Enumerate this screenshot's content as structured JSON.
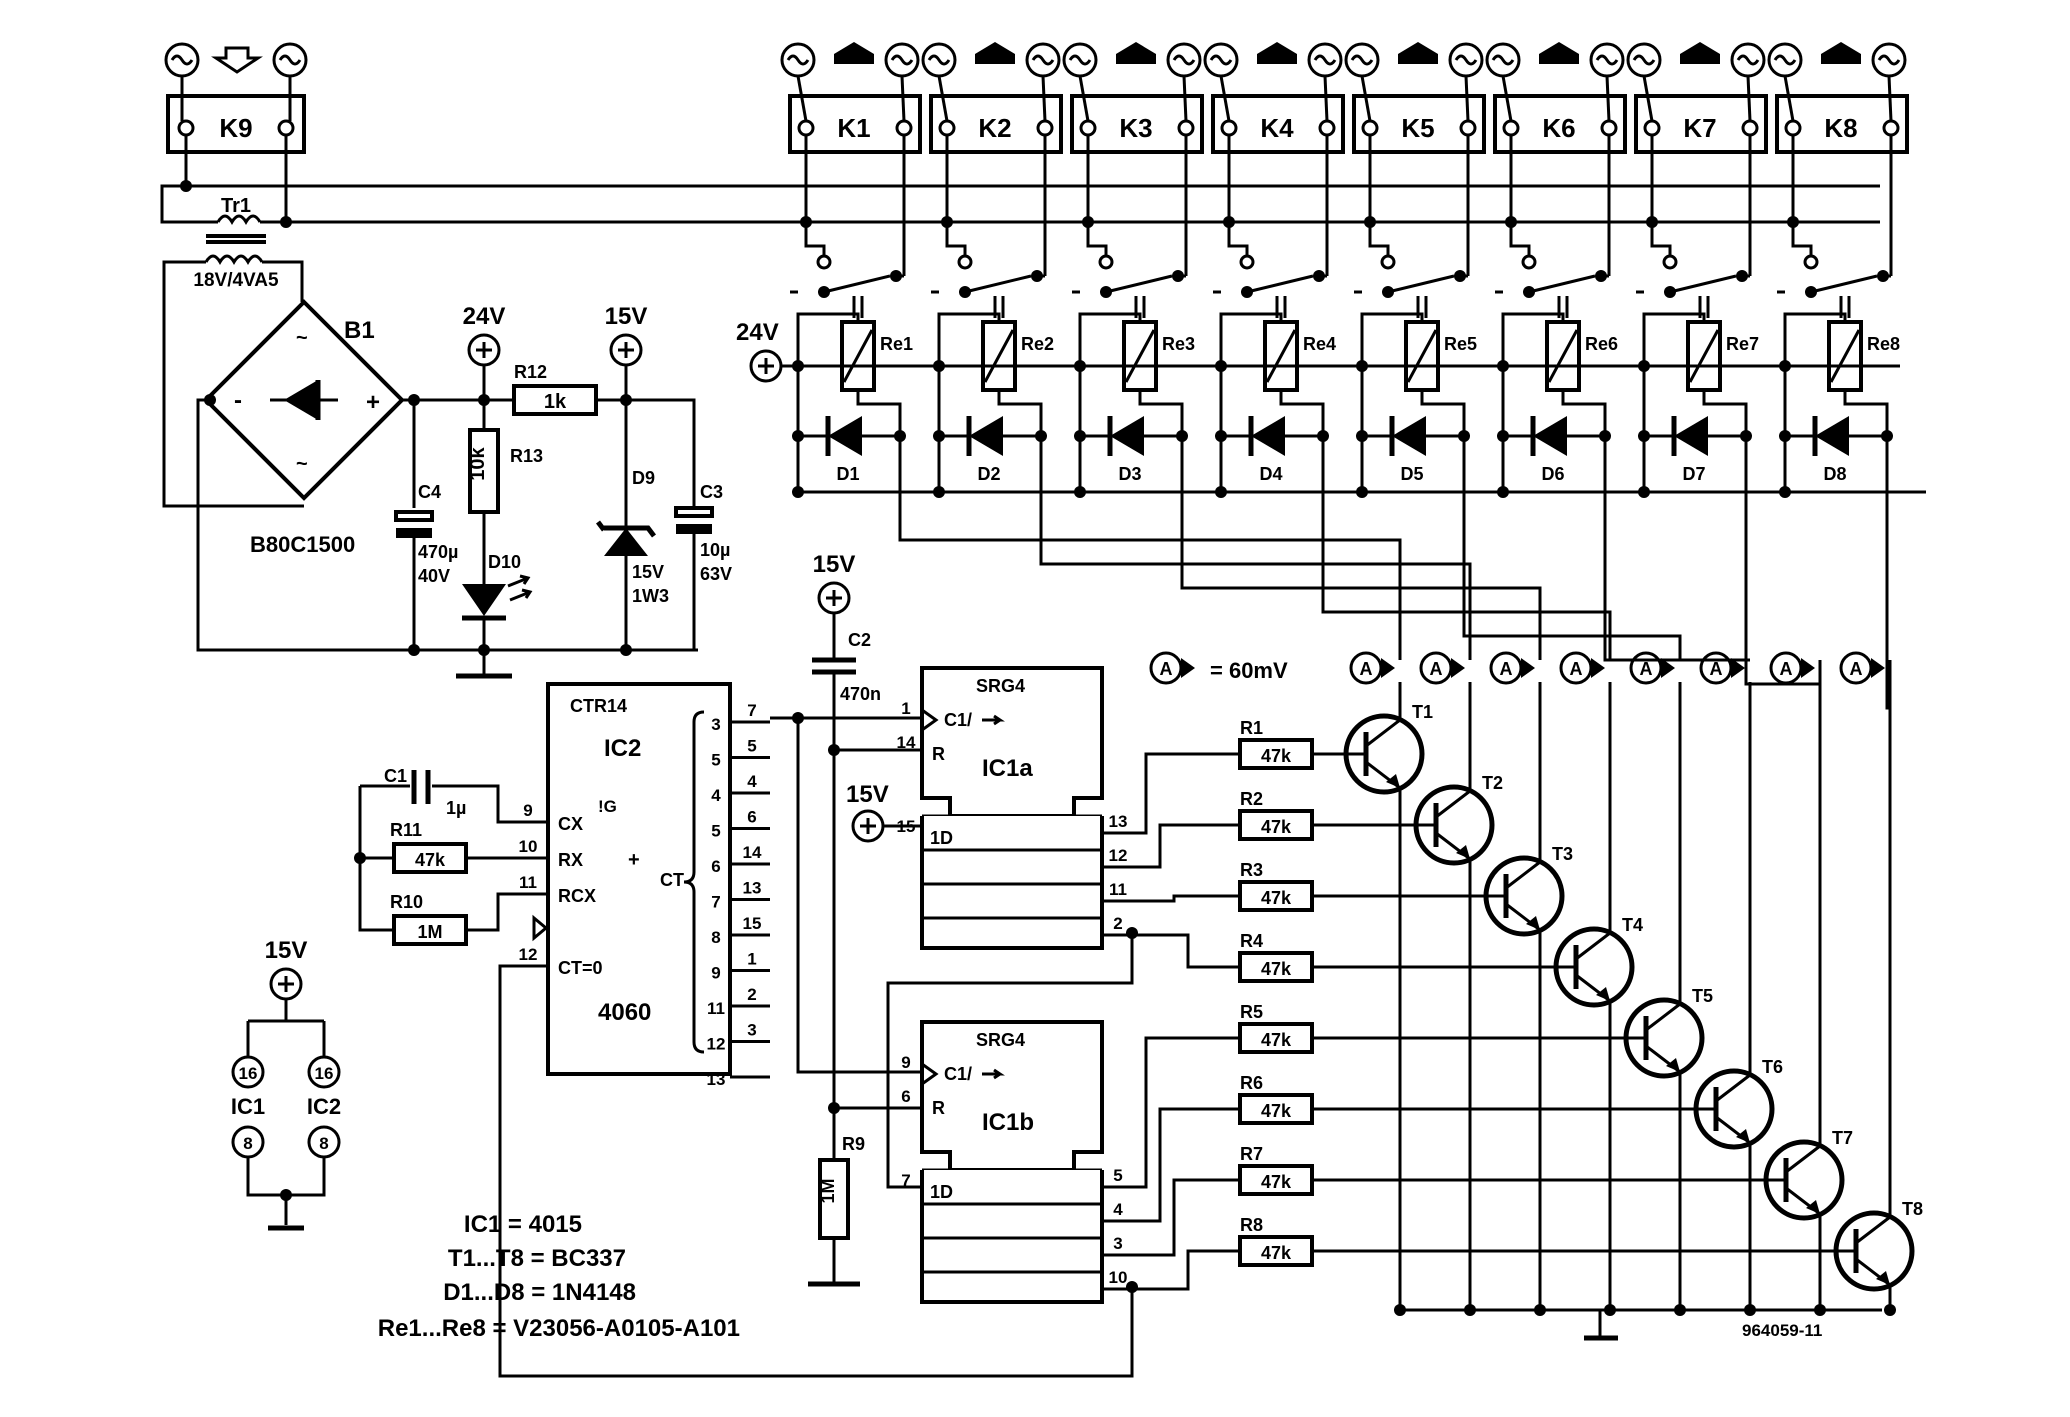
{
  "diagram": {
    "part_number": "964059-11",
    "connectors": {
      "k9": "K9",
      "k_outputs": [
        "K1",
        "K2",
        "K3",
        "K4",
        "K5",
        "K6",
        "K7",
        "K8"
      ]
    },
    "transformer": {
      "name": "Tr1",
      "rating": "18V/4VA5"
    },
    "bridge": {
      "name": "B1",
      "type": "B80C1500",
      "minus": "-",
      "plus": "+",
      "ac1": "~",
      "ac2": "~"
    },
    "supplies": {
      "v24": "24V",
      "v15": "15V",
      "anode": "Ⓐ"
    },
    "r12": {
      "name": "R12",
      "value": "1k"
    },
    "r13": {
      "name": "R13",
      "value": "10k"
    },
    "c4": {
      "name": "C4",
      "value": "470µ",
      "voltage": "40V"
    },
    "d10": {
      "name": "D10"
    },
    "d9": {
      "name": "D9",
      "value": "15V",
      "power": "1W3"
    },
    "c3": {
      "name": "C3",
      "value": "10µ",
      "voltage": "63V"
    },
    "c2": {
      "name": "C2",
      "value": "470n"
    },
    "r9": {
      "name": "R9",
      "value": "1M"
    },
    "c1": {
      "name": "C1",
      "value": "1µ"
    },
    "r11": {
      "name": "R11",
      "value": "47k"
    },
    "r10": {
      "name": "R10",
      "value": "1M"
    },
    "ic2": {
      "name": "IC2",
      "type": "4060",
      "title": "CTR14",
      "ct_label": "CT",
      "g_label": "!G",
      "plus": "+",
      "inputs": [
        {
          "pin": "9",
          "label": "CX"
        },
        {
          "pin": "10",
          "label": "RX"
        },
        {
          "pin": "11",
          "label": "RCX"
        },
        {
          "pin": "12",
          "label": "CT=0"
        }
      ],
      "outputs": [
        {
          "bit": "3",
          "pin": "7"
        },
        {
          "bit": "5",
          "pin": "5"
        },
        {
          "bit": "4",
          "pin": "4"
        },
        {
          "bit": "5",
          "pin": "6"
        },
        {
          "bit": "6",
          "pin": "14"
        },
        {
          "bit": "7",
          "pin": "13"
        },
        {
          "bit": "8",
          "pin": "15"
        },
        {
          "bit": "9",
          "pin": "1"
        },
        {
          "bit": "11",
          "pin": "2"
        },
        {
          "bit": "12",
          "pin": "3"
        },
        {
          "bit": "13",
          "pin": ""
        }
      ]
    },
    "ic1a": {
      "name": "IC1a",
      "title": "SRG4",
      "clock": "C1/",
      "reset": "R",
      "data": "1D",
      "pin_c": "1",
      "pin_r": "14",
      "pin_d": "15",
      "outputs": [
        "13",
        "12",
        "11",
        "2"
      ]
    },
    "ic1b": {
      "name": "IC1b",
      "title": "SRG4",
      "clock": "C1/",
      "reset": "R",
      "data": "1D",
      "pin_c": "9",
      "pin_r": "6",
      "pin_d": "7",
      "outputs": [
        "5",
        "4",
        "3",
        "10"
      ]
    },
    "resistors": [
      {
        "name": "R1",
        "value": "47k"
      },
      {
        "name": "R2",
        "value": "47k"
      },
      {
        "name": "R3",
        "value": "47k"
      },
      {
        "name": "R4",
        "value": "47k"
      },
      {
        "name": "R5",
        "value": "47k"
      },
      {
        "name": "R6",
        "value": "47k"
      },
      {
        "name": "R7",
        "value": "47k"
      },
      {
        "name": "R8",
        "value": "47k"
      }
    ],
    "transistors": [
      "T1",
      "T2",
      "T3",
      "T4",
      "T5",
      "T6",
      "T7",
      "T8"
    ],
    "relays": [
      "Re1",
      "Re2",
      "Re3",
      "Re4",
      "Re5",
      "Re6",
      "Re7",
      "Re8"
    ],
    "diodes": [
      "D1",
      "D2",
      "D3",
      "D4",
      "D5",
      "D6",
      "D7",
      "D8"
    ],
    "a_legend": "= 60mV",
    "power_pins": {
      "vdd_pin": "16",
      "gnd_pin": "8",
      "ic1": "IC1",
      "ic2": "IC2"
    },
    "notes": [
      "IC1 = 4015",
      "T1...T8 = BC337",
      "D1...D8 = 1N4148",
      "Re1...Re8 = V23056-A0105-A101"
    ]
  }
}
